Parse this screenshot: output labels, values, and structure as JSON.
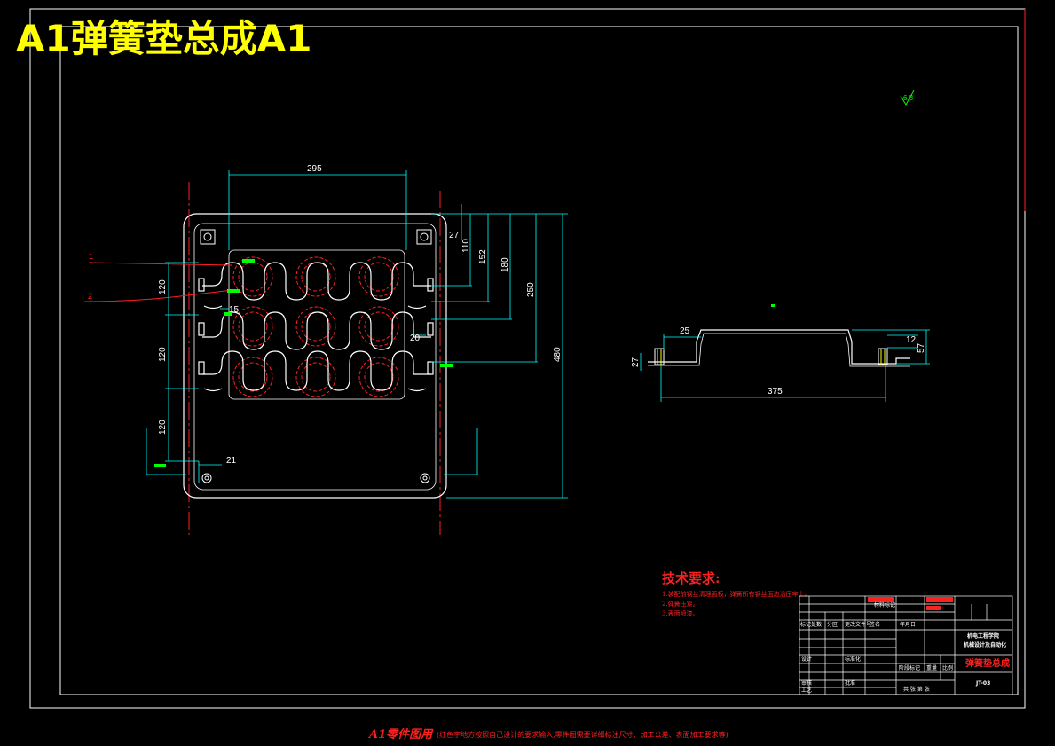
{
  "title": "A1弹簧垫总成A1",
  "colors": {
    "background": "#000000",
    "border": "#ffffff",
    "title": "#ffff00",
    "dimension": "#00ffff",
    "centerline": "#ff2020",
    "annotation": "#ff2020",
    "part": "#ffffff",
    "leader_label": "#00ff00"
  },
  "plan_view": {
    "dims": {
      "width_top": "295",
      "d27": "27",
      "d110": "110",
      "d152": "152",
      "d180": "180",
      "d250": "250",
      "d480": "480",
      "d120a": "120",
      "d120b": "120",
      "d120c": "120",
      "d15": "15",
      "d20": "20",
      "d21": "21"
    },
    "callouts": [
      "1",
      "2"
    ]
  },
  "side_view": {
    "dims": {
      "d25": "25",
      "d12": "12",
      "d57": "57",
      "d27": "27",
      "d375": "375"
    }
  },
  "surface_mark": "6.3",
  "tech_requirements": {
    "heading": "技术要求:",
    "items": [
      "1.装配前钢丝清理面板，弹簧所有钢丝面边沿压牢上。",
      "2.弹簧压紧。",
      "3.表面喷漆。"
    ]
  },
  "title_block": {
    "drawing_name": "弹簧垫总成",
    "drawing_number": "JT-03",
    "company_line1": "机电工程学院",
    "company_line2": "机械设计及自动化",
    "scale_labels": [
      "标记",
      "处数",
      "分区",
      "更改文件号",
      "签名",
      "年月日"
    ],
    "role_labels": [
      "设计",
      "标准化",
      "审核",
      "工艺",
      "批准"
    ],
    "stage_labels": [
      "阶段标记",
      "重量",
      "比例"
    ],
    "sheet_text": "共 张  第 张",
    "material_label": "材料标记"
  },
  "footer_note": {
    "lead": "A1零件图用",
    "text": "(红色字地方按照自己设计的要求输入,零件图需要详细标注尺寸、加工公差、表面加工要求等)"
  }
}
